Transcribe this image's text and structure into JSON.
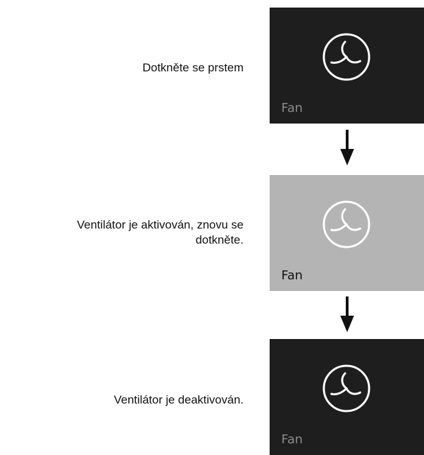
{
  "steps": [
    {
      "instruction": "Dotkněte se prstem",
      "tile_label": "Fan",
      "tile_state": "inactive",
      "icon": "fan-icon"
    },
    {
      "instruction": "Ventilátor je aktivován, znovu se\ndotkněte.",
      "tile_label": "Fan",
      "tile_state": "active",
      "icon": "fan-icon"
    },
    {
      "instruction": "Ventilátor je deaktivován.",
      "tile_label": "Fan",
      "tile_state": "inactive",
      "icon": "fan-icon"
    }
  ],
  "arrows": [
    {
      "icon": "arrow-down-icon"
    },
    {
      "icon": "arrow-down-icon"
    }
  ],
  "colors": {
    "tile_inactive": "#1e1e1e",
    "tile_active": "#b4b4b4",
    "label_inactive": "#8b8b8b",
    "label_active": "#111111",
    "icon_stroke": "#ffffff",
    "arrow": "#111111"
  }
}
